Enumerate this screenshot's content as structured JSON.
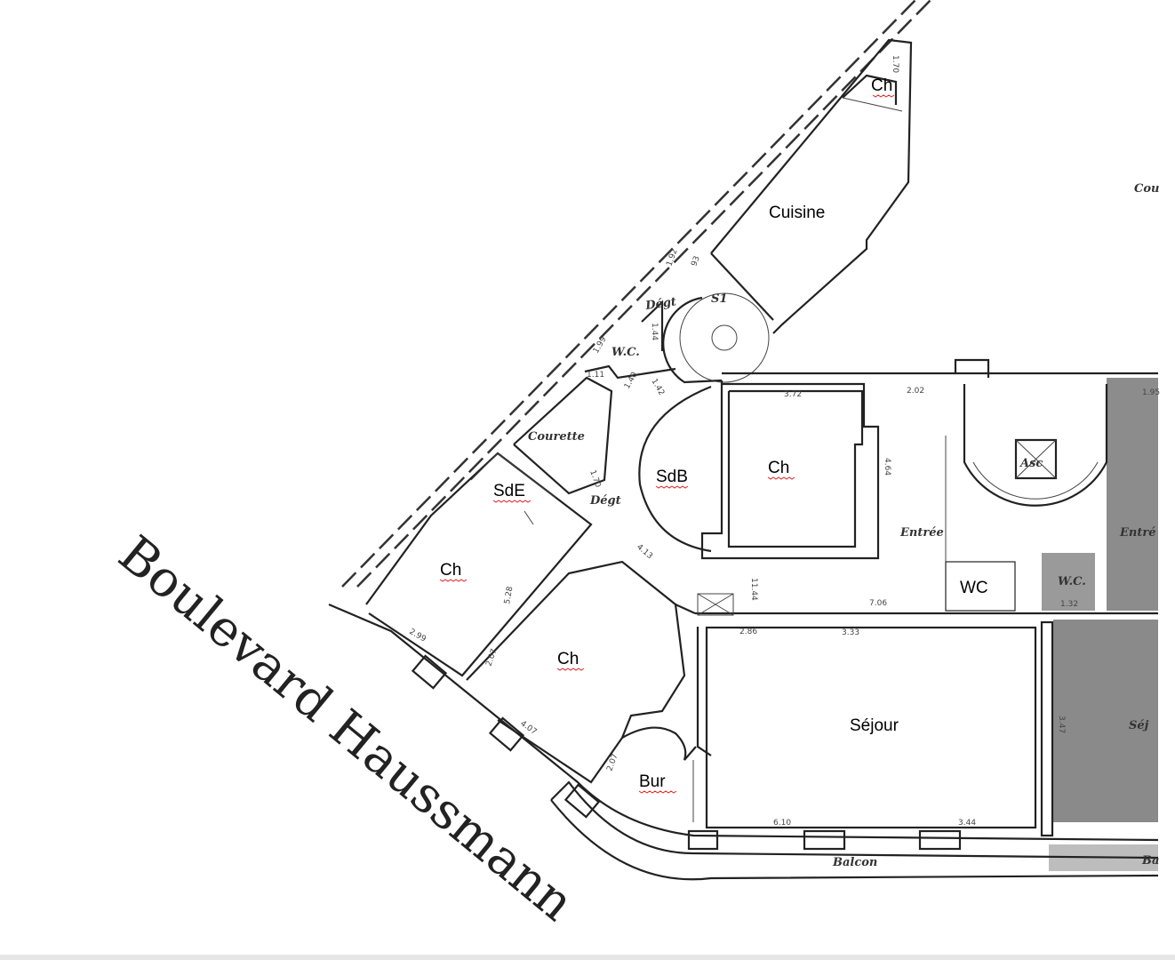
{
  "street": "Boulevard Haussmann",
  "rooms": {
    "ch_top": "Ch",
    "cuisine": "Cuisine",
    "sdb": "SdB",
    "ch_center": "Ch",
    "sde": "SdE",
    "ch_left": "Ch",
    "ch_mid": "Ch",
    "bur": "Bur",
    "sejour": "Séjour",
    "wc": "WC"
  },
  "original_labels": {
    "degt_top": "Dégt",
    "s1": "S1",
    "wc_left": "W.C.",
    "courette": "Courette",
    "degt_mid": "Dégt",
    "entree": "Entrée",
    "asc": "Asc",
    "entree_right": "Entré",
    "wc_right": "W.C.",
    "sejour_right": "Séj",
    "balcon": "Balcon",
    "cour_right": "Cou",
    "balcon_right": "Ba"
  },
  "dimensions": [
    "1.70",
    "1.92",
    "93",
    "1.44",
    "1.99",
    "1.11",
    "1.40",
    "1.42",
    "3.72",
    "2.02",
    "4.64",
    "1.70",
    "4.13",
    "5.28",
    "2.99",
    "2.07",
    "4.07",
    "2.07",
    "11.44",
    "7.06",
    "2.86",
    "3.33",
    "6.10",
    "3.44",
    "3.47",
    "1.32",
    "1.95"
  ],
  "colors": {
    "wall": "#222222",
    "shaded_neighbor": "#8a8a8a",
    "spellcheck_underline": "#dd2222"
  }
}
